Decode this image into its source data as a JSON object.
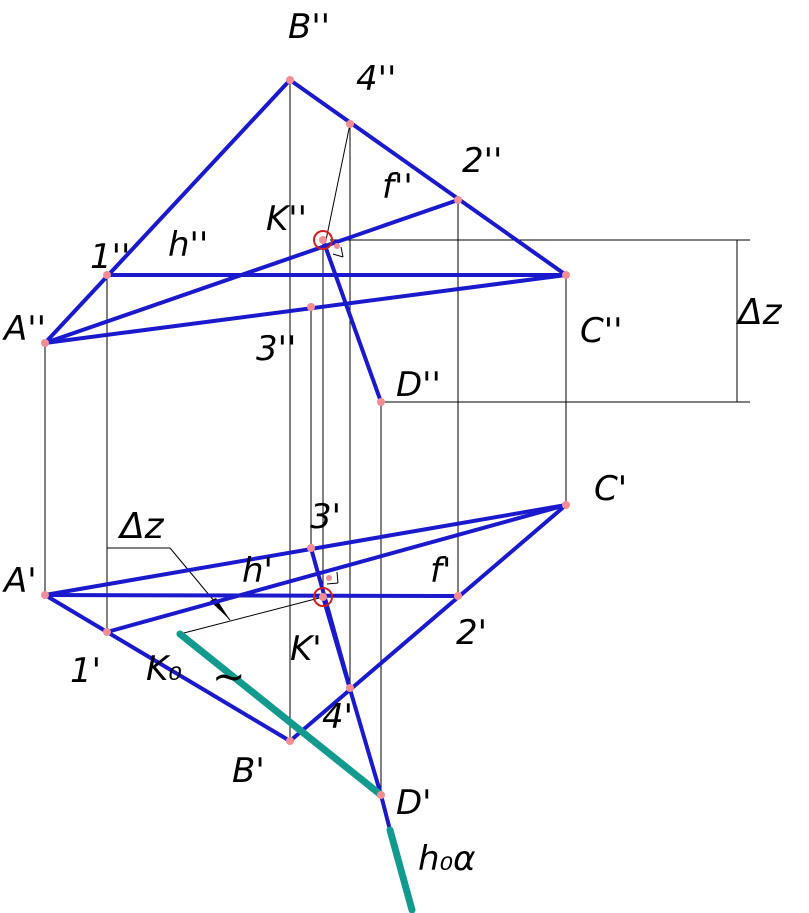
{
  "labels": {
    "B2": "B''",
    "four2": "4''",
    "two2": "2''",
    "f2": "f''",
    "K2": "K''",
    "one2": "1''",
    "h2": "h''",
    "A2": "A''",
    "C2": "C''",
    "three2": "3''",
    "D2": "D''",
    "dz_right": "Δz",
    "C1": "C'",
    "three1": "3'",
    "dz_left": "Δz",
    "A1": "A'",
    "h1": "h'",
    "f1": "f'",
    "one1": "1'",
    "K0": "K₀",
    "K1": "K'",
    "two1": "2'",
    "four1": "4'",
    "B1": "B'",
    "D1": "D'",
    "h0a": "h₀α",
    "tilde": "~"
  },
  "colors": {
    "main_lines": "#1a1acc",
    "trace_line": "#139a8f",
    "points": "#f28c95",
    "marker_circle": "#d21e1e",
    "construction": "#000000"
  }
}
